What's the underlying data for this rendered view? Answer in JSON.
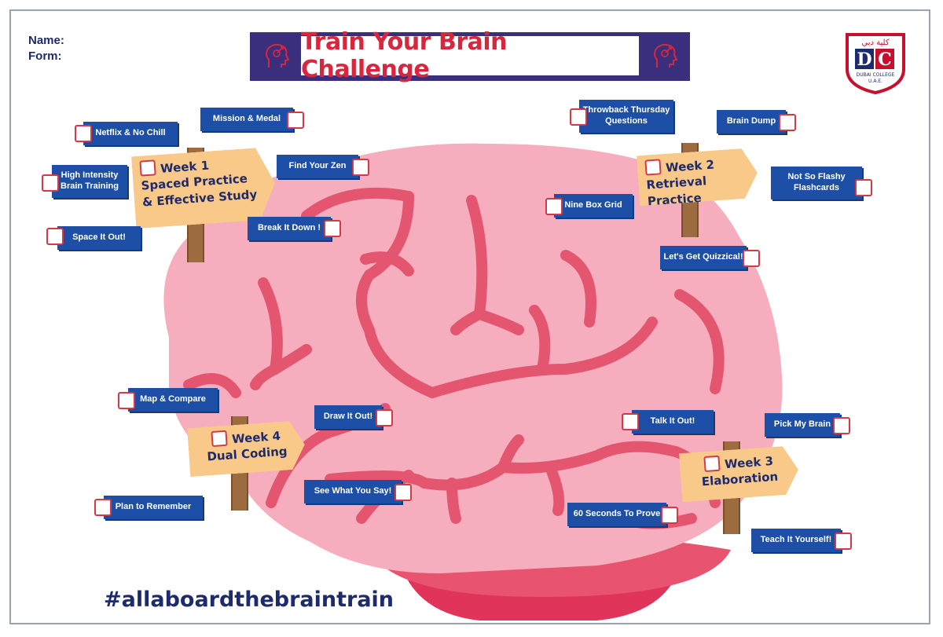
{
  "header": {
    "name_label": "Name:",
    "form_label": "Form:",
    "title": "Train Your Brain Challenge"
  },
  "logo": {
    "arabic": "كلية دبي",
    "initials_left": "D",
    "initials_right": "C",
    "line1": "DUBAI COLLEGE",
    "line2": "U.A.E."
  },
  "weeks": {
    "week1": {
      "title": "Week 1",
      "line1": "Spaced Practice",
      "line2": "& Effective Study"
    },
    "week2": {
      "title": "Week 2",
      "line1": "Retrieval Practice"
    },
    "week3": {
      "title": "Week 3",
      "line1": "Elaboration"
    },
    "week4": {
      "title": "Week 4",
      "line1": "Dual Coding"
    }
  },
  "tasks": {
    "netflix": "Netflix & No Chill",
    "mission": "Mission & Medal",
    "high_intensity_1": "High Intensity",
    "high_intensity_2": "Brain Training",
    "find_zen": "Find Your Zen",
    "space_it_out": "Space It Out!",
    "break_it_down": "Break It Down !",
    "throwback_1": "Throwback Thursday",
    "throwback_2": "Questions",
    "brain_dump": "Brain Dump",
    "flashy_1": "Not So Flashy",
    "flashy_2": "Flashcards",
    "nine_box": "Nine Box Grid",
    "quizzical": "Let's Get Quizzical!",
    "map_compare": "Map & Compare",
    "draw_it_out": "Draw It Out!",
    "talk_it_out": "Talk It Out!",
    "pick_my_brain": "Pick My Brain",
    "see_what": "See What You Say!",
    "plan_remember": "Plan to Remember",
    "sixty_seconds": "60 Seconds To Prove",
    "teach_yourself": "Teach It Yourself!"
  },
  "hashtag": "#allaboardthebraintrain",
  "colors": {
    "brain": "#f6aebe",
    "brain_folds": "#e4566f",
    "task_box": "#1c4fa5",
    "title_red": "#d7263d",
    "navy": "#1d2a6b"
  }
}
